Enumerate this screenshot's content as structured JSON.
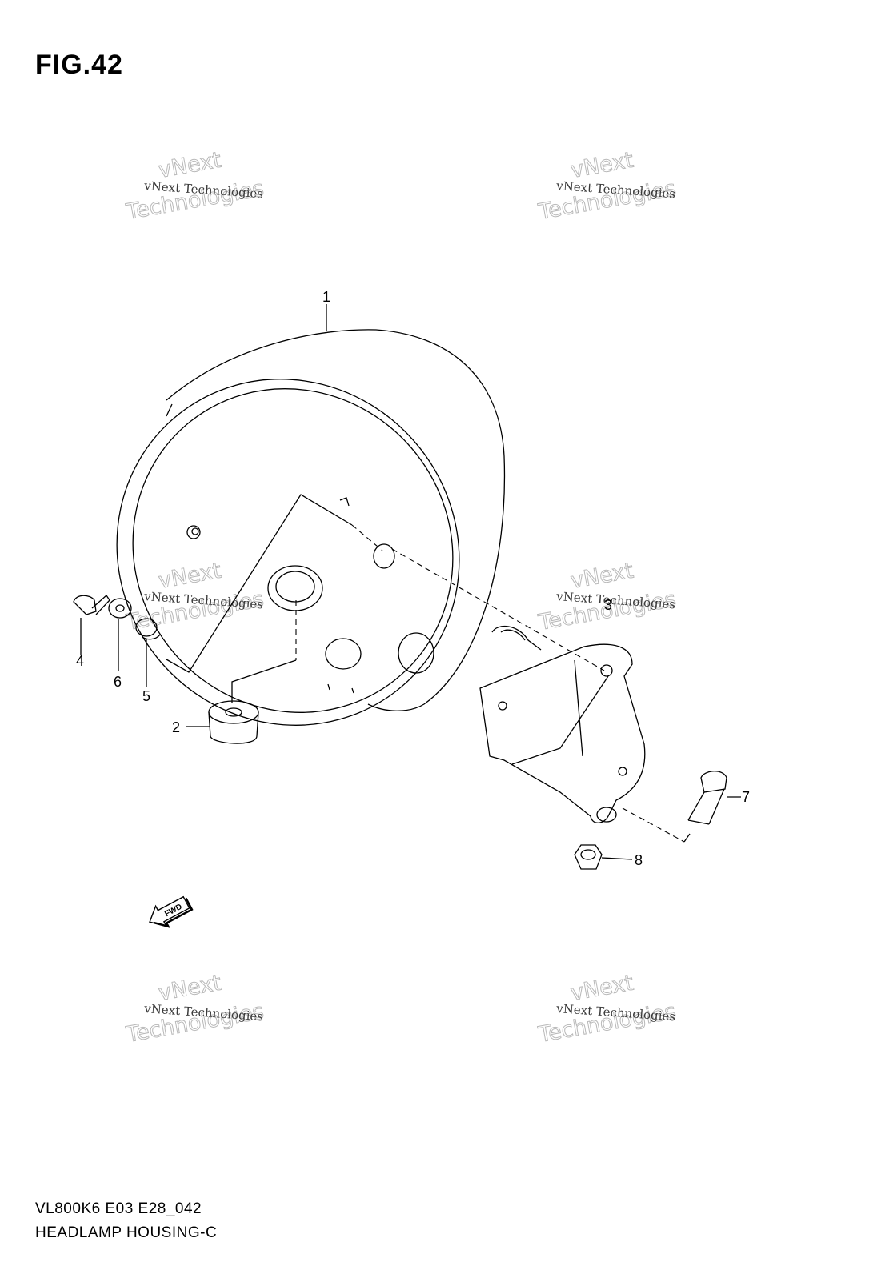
{
  "figure": {
    "title": "FIG.42"
  },
  "footer": {
    "model_code": "VL800K6 E03 E28_042",
    "part_name": "HEADLAMP HOUSING-C"
  },
  "callouts": [
    "1",
    "2",
    "3",
    "4",
    "5",
    "6",
    "7",
    "8"
  ],
  "direction_arrow": {
    "label": "FWD"
  },
  "watermark": {
    "small_text": "vNext Technologies",
    "big_line1": "vNext",
    "big_line2": "Technologies"
  }
}
